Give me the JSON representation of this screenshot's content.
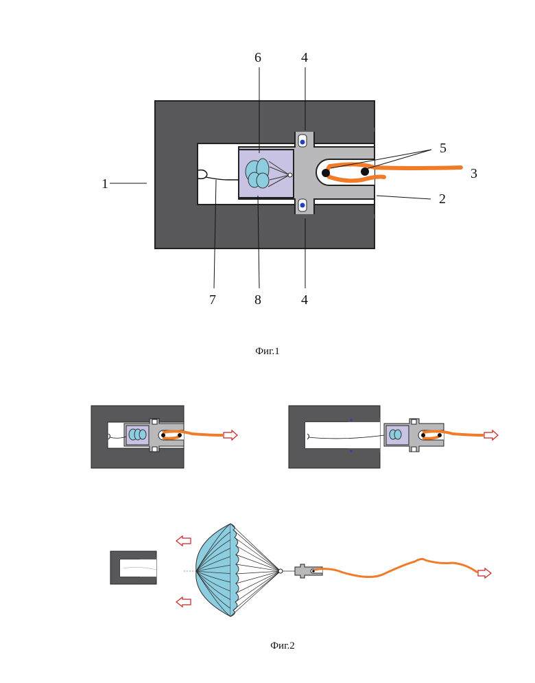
{
  "figure1": {
    "caption": "Фиг.1",
    "labels": {
      "housing": "1",
      "slider": "2",
      "cord": "3",
      "pin_top": "4",
      "pin_bottom": "4",
      "rollers": "5",
      "container": "6",
      "line": "7",
      "canopy": "8"
    }
  },
  "figure2": {
    "caption": "Фиг.2"
  },
  "colors": {
    "housing": "#58585a",
    "slider": "#b9b9bb",
    "container": "#c9c3e3",
    "canopy": "#8ccde0",
    "cord": "#f07c2a",
    "arrow": "#cc2222",
    "pin": "#2040c0"
  }
}
